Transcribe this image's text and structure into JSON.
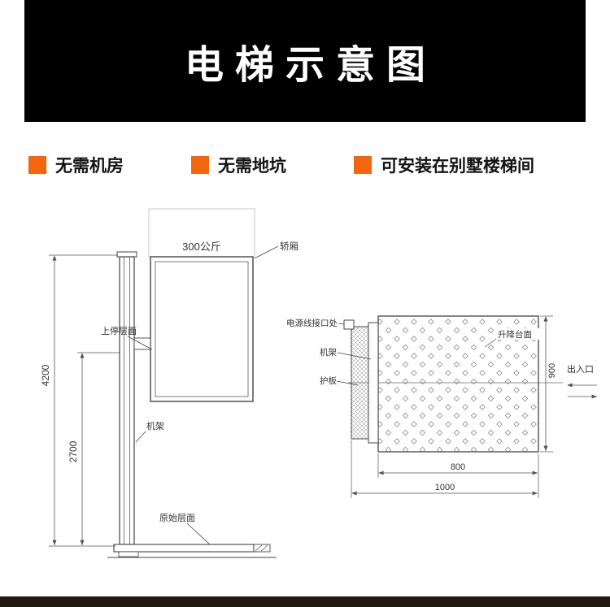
{
  "colors": {
    "banner_bg": "#000000",
    "banner_text": "#ffffff",
    "accent_orange": "#f2670d",
    "diagram_line": "#444444",
    "footer_bg": "#201710"
  },
  "header": {
    "title": "电梯示意图"
  },
  "features": {
    "items": [
      {
        "label": "无需机房"
      },
      {
        "label": "无需地坑"
      },
      {
        "label": "可安装在别墅楼梯间"
      }
    ]
  },
  "side_view": {
    "cabin_capacity": "300公斤",
    "labels": {
      "cabin": "轿厢",
      "upper_stop_level": "上停层面",
      "frame": "机架",
      "original_level": "原始层面"
    },
    "dimensions": {
      "total_height": "4200",
      "travel_height": "2700"
    }
  },
  "top_view": {
    "labels": {
      "power_interface": "电源线接口处",
      "frame": "机架",
      "guard_plate": "护板",
      "platform_surface": "升降台面",
      "entrance": "出入口"
    },
    "dimensions": {
      "depth": "900",
      "inner_width": "800",
      "overall_width": "1000"
    }
  }
}
